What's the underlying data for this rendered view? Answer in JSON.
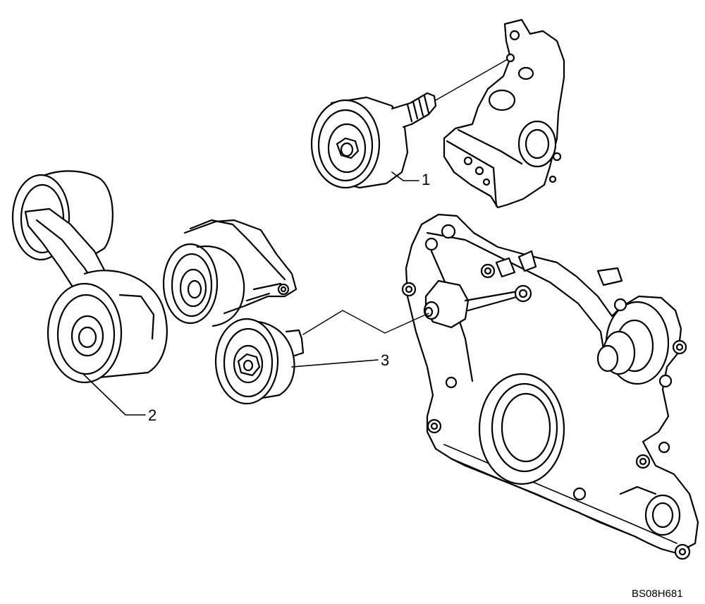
{
  "figure": {
    "code": "BS08H681",
    "callouts": [
      {
        "id": "1",
        "label": "1"
      },
      {
        "id": "2",
        "label": "2"
      },
      {
        "id": "3",
        "label": "3"
      }
    ],
    "colors": {
      "line": "#000000",
      "fill": "#ffffff"
    }
  }
}
